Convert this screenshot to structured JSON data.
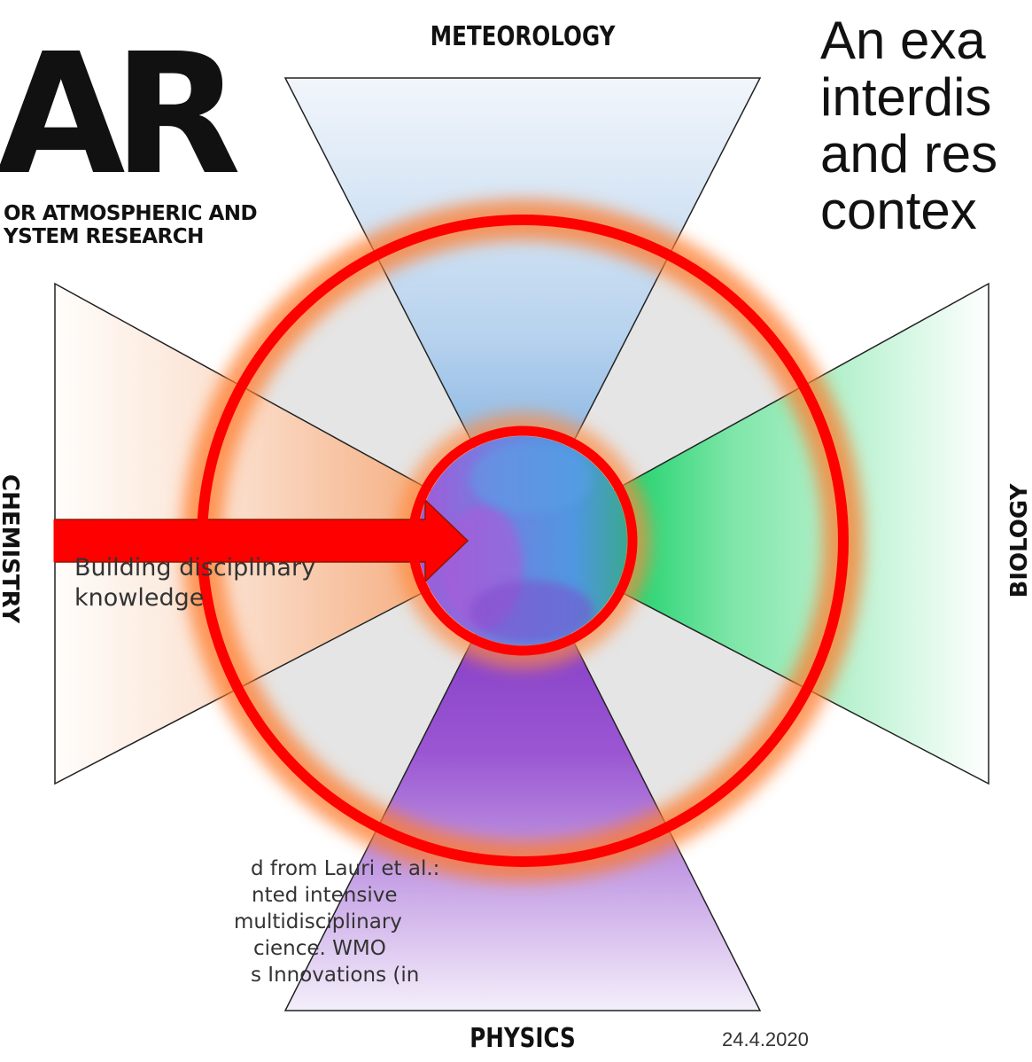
{
  "logo": {
    "big_text": "AR",
    "subtitle_lines": [
      "OR ATMOSPHERIC AND",
      "YSTEM RESEARCH"
    ]
  },
  "title_lines": [
    "An exa",
    "interdis",
    "and res",
    "contex"
  ],
  "disciplines": {
    "top": "METEOROLOGY",
    "bottom": "PHYSICS",
    "left": "CHEMISTRY",
    "right": "BIOLOGY"
  },
  "arrow_label_lines": [
    "Building disciplinary",
    "knowledge"
  ],
  "caption_lines": [
    "d from Lauri et al.:",
    "nted intensive",
    " multidisciplinary",
    "cience. WMO",
    "s Innovations (in"
  ],
  "date": "24.4.2020",
  "colors": {
    "ring": "#ff0000",
    "glow": "#ff7a2a",
    "meteorology": "#7fb0de",
    "physics": "#8a3fc8",
    "biology": "#00cc5a",
    "chemistry": "#ff8a3a",
    "center_blue": "#4f97e0",
    "center_purple": "#9b59d6",
    "sector_grey": "#e6e6e6"
  }
}
